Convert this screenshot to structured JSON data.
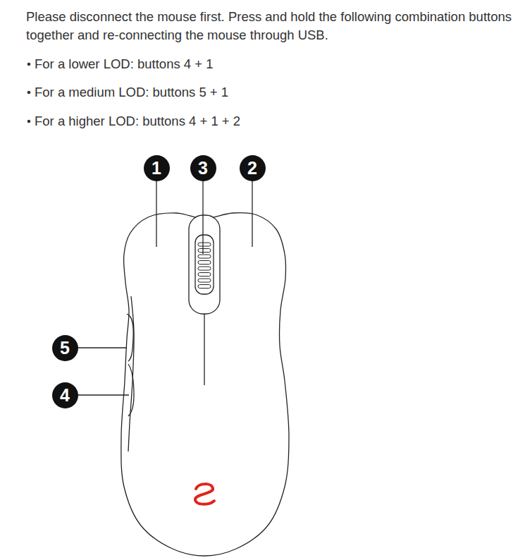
{
  "diagram": {
    "nodes": [
      {
        "text": [
          "1"
        ]
      },
      {
        "text": [
          "3"
        ]
      },
      {
        "text": [
          "2"
        ]
      },
      {
        "text": [
          "5"
        ]
      },
      {
        "text": [
          "4"
        ]
      }
    ],
    "labels": [
      "Please disconnect the mouse first. Press and hold the following combination buttons together and re-connecting the mouse through USB.",
      "For a lower LOD: buttons 4 + 1",
      "For a medium LOD: buttons 5 + 1",
      "For a higher LOD: buttons 4 + 1 + 2"
    ]
  }
}
